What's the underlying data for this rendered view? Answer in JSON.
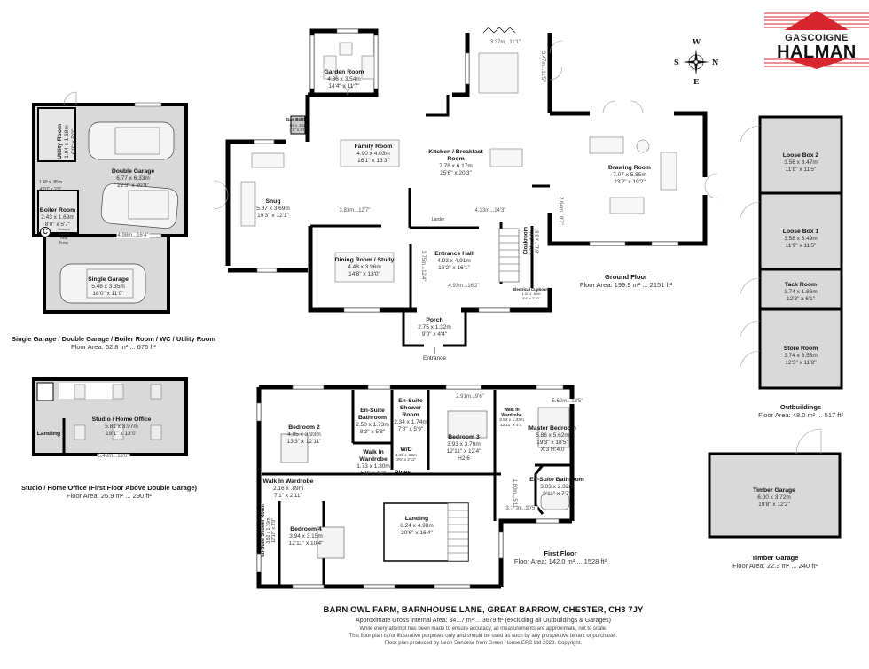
{
  "brand": {
    "line1": "GASCOIGNE",
    "line2": "HALMAN",
    "accent_color": "#d7262e"
  },
  "compass": {
    "top": "W",
    "left": "S",
    "right": "N",
    "bottom": "E"
  },
  "floors": {
    "garage_block": {
      "title": "Single Garage / Double Garage / Boiler Room / WC / Utility Room",
      "area": "Floor Area: 62.8 m² ... 676 ft²",
      "rooms": {
        "utility": {
          "name": "Utility Room",
          "m": "1.94 x 1.68m",
          "ft": "6'0\" x 5'0\""
        },
        "double_garage": {
          "name": "Double Garage",
          "m": "6.77 x 6.33m",
          "ft": "22'3\" x 20'9\""
        },
        "wc": {
          "m": "1.49 x .85m",
          "ft": "4'10\" x 2'9\""
        },
        "boiler": {
          "name": "Boiler Room",
          "m": "2.43 x 1.69m",
          "ft": "8'0\" x 5'7\""
        },
        "heat_pump": "Ground Source Heat Pump",
        "single_garage": {
          "name": "Single Garage",
          "m": "5.48 x 3.35m",
          "ft": "18'0\" x 11'0\""
        }
      },
      "dims": {
        "garage_width": "4.98m...16'4\""
      },
      "cylinder_marker": "C"
    },
    "studio": {
      "title": "Studio / Home Office (First Floor Above Double Garage)",
      "area": "Floor Area: 26.9 m² ... 290 ft²",
      "rooms": {
        "studio": {
          "name": "Studio / Home Office",
          "m": "5.81 x 3.97m",
          "ft": "19'1\" x 13'0\""
        },
        "landing": {
          "name": "Landing"
        }
      },
      "dims": {
        "width": "5.49m...18'0\""
      }
    },
    "ground": {
      "title": "Ground Floor",
      "area": "Floor Area: 199.9 m² ... 2151 ft²",
      "rooms": {
        "garden_room": {
          "name": "Garden Room",
          "m": "4.36 x 3.54m",
          "ft": "14'4\" x 11'7\""
        },
        "gas_bottles": {
          "name": "Gas Bottles",
          "m": ".94 x .92m",
          "ft": "3'1\" x 3'0\""
        },
        "family_room": {
          "name": "Family Room",
          "m": "4.90 x 4.03m",
          "ft": "16'1\" x 13'3\""
        },
        "kitchen": {
          "name": "Kitchen / Breakfast Room",
          "m": "7.78 x 6.17m",
          "ft": "25'6\" x 20'3\""
        },
        "snug": {
          "name": "Snug",
          "m": "5.87 x 3.69m",
          "ft": "19'3\" x 12'1\""
        },
        "dining": {
          "name": "Dining Room / Study",
          "m": "4.48 x 3.96m",
          "ft": "14'8\" x 13'0\""
        },
        "hall": {
          "name": "Entrance Hall",
          "m": "4.93 x 4.91m",
          "ft": "16'2\" x 16'1\""
        },
        "cloakroom": {
          "name": "Cloakroom",
          "m": "2.71 x 1.11m",
          "ft": "8'11\" x 3'8\""
        },
        "electrical": {
          "name": "Electrical Cupboard",
          "m": "1.02 x .86m",
          "ft": "3'4\" x 2'10\""
        },
        "drawing": {
          "name": "Drawing Room",
          "m": "7.07 x 5.85m",
          "ft": "23'2\" x 19'2\""
        },
        "porch": {
          "name": "Porch",
          "m": "2.75 x 1.32m",
          "ft": "9'0\" x 4'4\""
        },
        "larder": {
          "name": "Larder"
        }
      },
      "dims": {
        "kitchen_top": "3.37m...11'1\"",
        "kitchen_side": "3.47m...11'5\"",
        "family": "3.83m...12'7\"",
        "kitchen_bottom": "4.33m...14'3\"",
        "drawing_side": "2.64m...8'7\"",
        "hall_vert": "3.75m...12'4\"",
        "hall_horiz": "4.93m...16'2\""
      },
      "entrance_label": "Entrance"
    },
    "first": {
      "title": "First Floor",
      "area": "Floor Area: 142.0 m² ... 1528 ft²",
      "rooms": {
        "bedroom2": {
          "name": "Bedroom 2",
          "m": "4.05 x 3.93m",
          "ft": "13'3\" x 12'11\""
        },
        "ensuite_bath": {
          "name": "En-Suite Bathroom",
          "m": "2.50 x 1.73m",
          "ft": "8'3\" x 5'8\""
        },
        "ensuite_shower": {
          "name": "En-Suite Shower Room",
          "m": "2.34 x 1.74m",
          "ft": "7'8\" x 5'9\""
        },
        "bedroom3": {
          "name": "Bedroom 3",
          "m": "3.93 x 3.76m",
          "ft": "12'11\" x 12'4\"",
          "note": "H2.6"
        },
        "wiw1": {
          "name": "Walk In Wardrobe",
          "m": "1.73 x 1.30m",
          "ft": "5'8\" x 4'3\""
        },
        "wiw_small": {
          "name": "W/D",
          "m": "1.06 x .88m",
          "ft": "3'6\" x 2'11\""
        },
        "pipes": {
          "name": "Pipes"
        },
        "wiw2": {
          "name": "Walk In Wardrobe",
          "m": "2.16 x .89m",
          "ft": "7'1\" x 2'11\""
        },
        "wiw_master": {
          "name": "Walk In Wardrobe",
          "m": "3.93 x 1.33m",
          "ft": "12'11\" x 4'4\""
        },
        "master": {
          "name": "Master Bedroom",
          "m": "5.86 x 5.62m",
          "ft": "19'3\" x 18'5\"",
          "note": "X:3 H:4.0"
        },
        "master_ensuite": {
          "name": "En-Suite Bathroom",
          "m": "3.03 x 2.32m",
          "ft": "9'11\" x 7'7\""
        },
        "shower4": {
          "name": "En-Suite Shower Room",
          "m": "3.92 x 1.10m",
          "ft": "12'10\" x 3'9\""
        },
        "bedroom4": {
          "name": "Bedroom 4",
          "m": "3.94 x 3.15m",
          "ft": "12'11\" x 10'4\""
        },
        "landing": {
          "name": "Landing",
          "m": "6.24 x 4.98m",
          "ft": "20'6\" x 16'4\""
        }
      },
      "dims": {
        "bed3": "2.91m...9'6\"",
        "master": "5.62m...18'5\"",
        "landing_side": "3.17m...10'5\"",
        "vert": "1.80m...5'11\""
      }
    },
    "outbuildings": {
      "title": "Outbuildings",
      "area": "Floor Area: 48.0 m² ... 517 ft²",
      "rooms": {
        "loose2": {
          "name": "Loose Box 2",
          "m": "3.56 x 3.47m",
          "ft": "11'8\" x 11'5\""
        },
        "loose1": {
          "name": "Loose Box 1",
          "m": "3.58 x 3.49m",
          "ft": "11'9\" x 11'5\""
        },
        "tack": {
          "name": "Tack Room",
          "m": "3.74 x 1.86m",
          "ft": "12'3\" x 6'1\""
        },
        "store": {
          "name": "Store Room",
          "m": "3.74 x 3.56m",
          "ft": "12'3\" x 11'8\""
        }
      }
    },
    "timber_garage": {
      "title": "Timber Garage",
      "area": "Floor Area: 22.3 m² ... 240 ft²",
      "rooms": {
        "garage": {
          "name": "Timber Garage",
          "m": "6.00 x 3.72m",
          "ft": "19'8\" x 12'2\""
        }
      }
    }
  },
  "footer": {
    "address": "BARN OWL FARM, BARNHOUSE LANE, GREAT BARROW, CHESTER, CH3 7JY",
    "gross_area": "Approximate Gross Internal Area: 341.7 m² ... 3679 ft² (excluding all Outbuildings & Garages)",
    "disclaimer1": "While every attempt has been made to ensure accuracy, all measurements are approximate, not to scale.",
    "disclaimer2": "This floor plan is for illustrative purposes only and should be used as such by any prospective tenant or purchaser.",
    "disclaimer3": "Floor plan produced by Leon Sancese from Green House EPC Ltd 2023. Copyright."
  }
}
